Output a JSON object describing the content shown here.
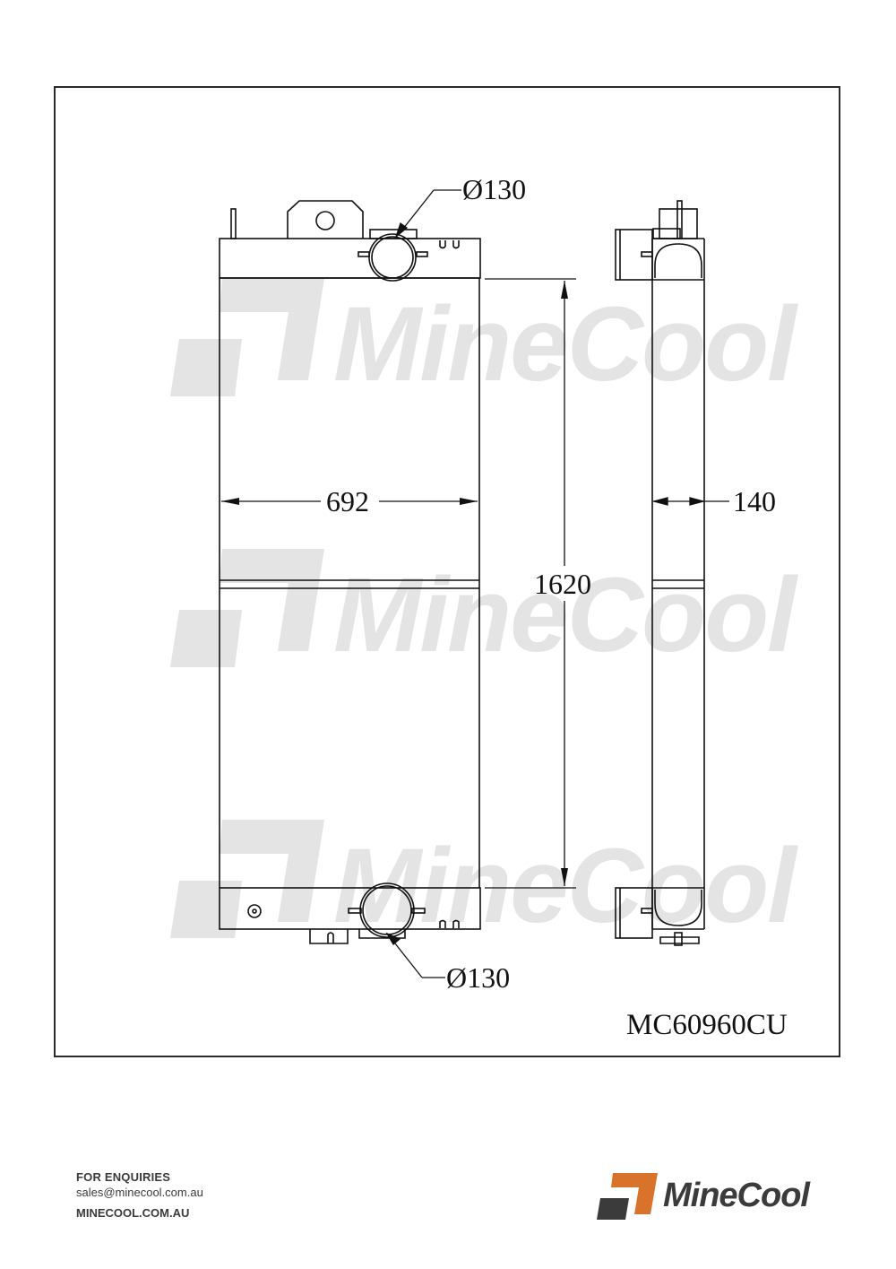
{
  "drawing": {
    "part_number": "MC60960CU",
    "dimensions": {
      "top_outlet_diameter": "Ø130",
      "bottom_outlet_diameter": "Ø130",
      "core_width": "692",
      "overall_height": "1620",
      "depth": "140"
    },
    "watermark": "MineCool"
  },
  "footer": {
    "enquiries_label": "FOR ENQUIRIES",
    "email": "sales@minecool.com.au",
    "website": "MINECOOL.COM.AU"
  },
  "brand": {
    "name": "MineCool",
    "colors": {
      "orange": "#d9722a",
      "dark": "#3b3b3b"
    }
  }
}
